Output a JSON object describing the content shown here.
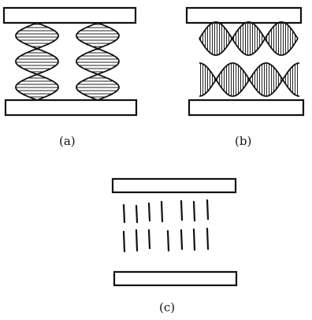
{
  "panels": [
    {
      "id": "a",
      "caption": "(a)"
    },
    {
      "id": "b",
      "caption": "(b)"
    },
    {
      "id": "c",
      "caption": "(c)"
    }
  ]
}
